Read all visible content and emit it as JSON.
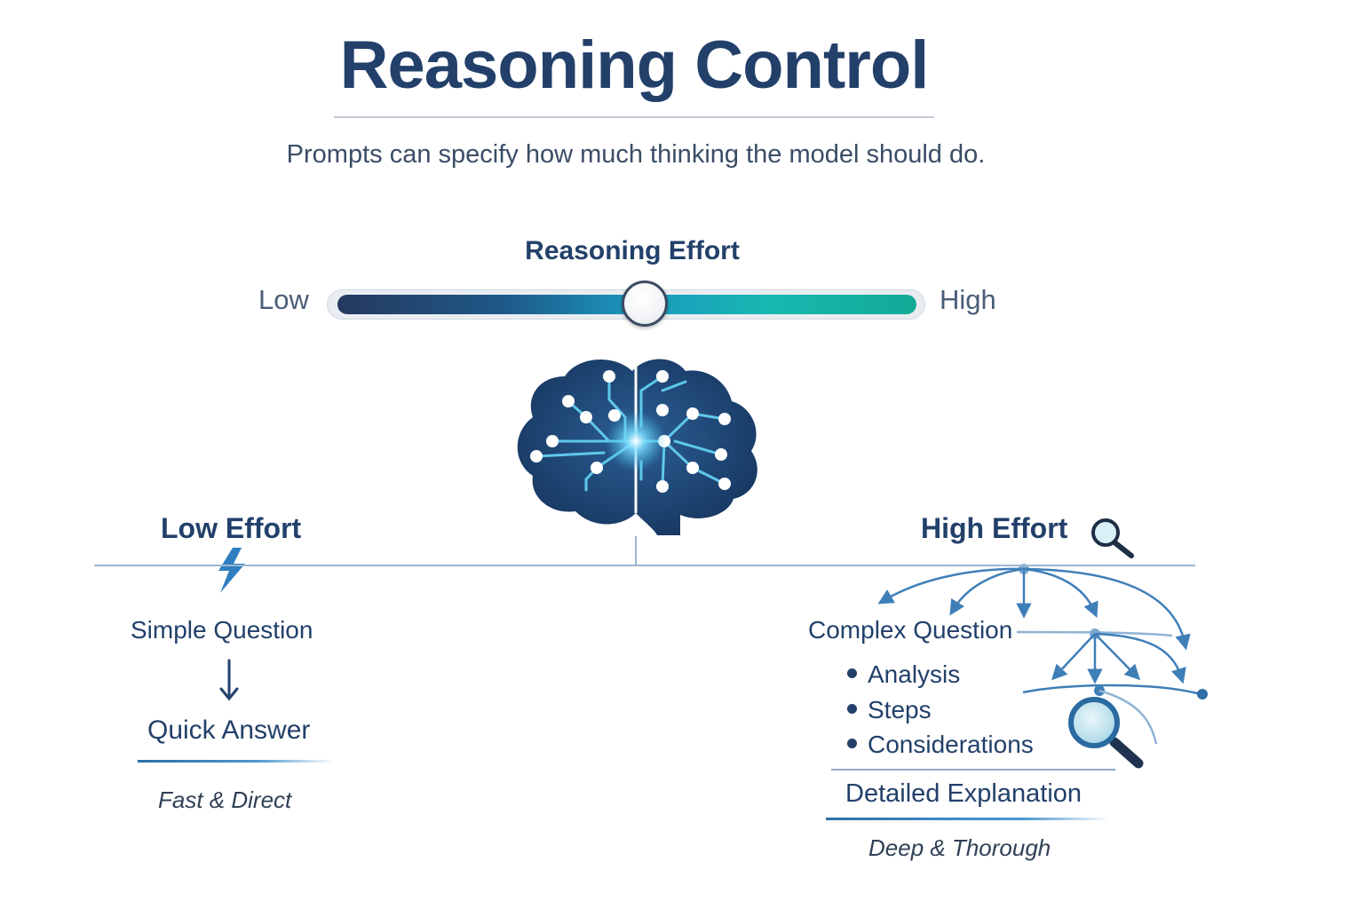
{
  "header": {
    "title": "Reasoning Control",
    "subtitle": "Prompts can specify how much thinking the model should do."
  },
  "slider": {
    "label": "Reasoning Effort",
    "low_label": "Low",
    "high_label": "High",
    "value": 0.53
  },
  "low_effort": {
    "heading": "Low Effort",
    "input": "Simple Question",
    "output": "Quick Answer",
    "note": "Fast & Direct"
  },
  "high_effort": {
    "heading": "High Effort",
    "input": "Complex Question",
    "steps": [
      "Analysis",
      "Steps",
      "Considerations"
    ],
    "output": "Detailed Explanation",
    "note": "Deep & Thorough"
  },
  "icons": {
    "brain": "brain-circuit-icon",
    "low": "lightning-bolt-icon",
    "high": "magnifier-icon",
    "arrow": "arrow-down-icon"
  },
  "colors": {
    "title": "#22406a",
    "slider_low": "#25385e",
    "slider_mid": "#1a9ac0",
    "slider_high": "#12aa96",
    "accent": "#3f7fb8"
  }
}
